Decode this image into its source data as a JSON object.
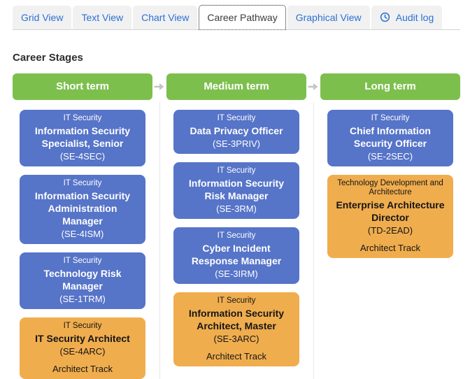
{
  "heading": "Career Stages",
  "tabs": [
    {
      "label": "Grid View",
      "active": false
    },
    {
      "label": "Text View",
      "active": false
    },
    {
      "label": "Chart View",
      "active": false
    },
    {
      "label": "Career Pathway",
      "active": true
    },
    {
      "label": "Graphical View",
      "active": false
    },
    {
      "label": "Audit log",
      "active": false,
      "icon": "clock-icon"
    }
  ],
  "columns": [
    {
      "header": "Short term",
      "cards": [
        {
          "dept": "IT Security",
          "title": "Information Security Specialist, Senior",
          "code": "(SE-4SEC)",
          "type": "blue"
        },
        {
          "dept": "IT Security",
          "title": "Information Security Administration Manager",
          "code": "(SE-4ISM)",
          "type": "blue"
        },
        {
          "dept": "IT Security",
          "title": "Technology Risk Manager",
          "code": "(SE-1TRM)",
          "type": "blue"
        },
        {
          "dept": "IT Security",
          "title": "IT Security Architect",
          "code": "(SE-4ARC)",
          "track": "Architect Track",
          "type": "orange"
        }
      ]
    },
    {
      "header": "Medium term",
      "cards": [
        {
          "dept": "IT Security",
          "title": "Data Privacy Officer",
          "code": "(SE-3PRIV)",
          "type": "blue"
        },
        {
          "dept": "IT Security",
          "title": "Information Security Risk Manager",
          "code": "(SE-3RM)",
          "type": "blue"
        },
        {
          "dept": "IT Security",
          "title": "Cyber Incident Response Manager",
          "code": "(SE-3IRM)",
          "type": "blue"
        },
        {
          "dept": "IT Security",
          "title": "Information Security Architect, Master",
          "code": "(SE-3ARC)",
          "track": "Architect Track",
          "type": "orange"
        }
      ]
    },
    {
      "header": "Long term",
      "cards": [
        {
          "dept": "IT Security",
          "title": "Chief Information Security Officer",
          "code": "(SE-2SEC)",
          "type": "blue"
        },
        {
          "dept": "Technology Development and Architecture",
          "title": "Enterprise Architecture Director",
          "code": "(TD-2EAD)",
          "track": "Architect Track",
          "type": "orange"
        }
      ]
    }
  ],
  "icons": {
    "clock-icon": "clock face on Audit log tab",
    "arrow-right-icon": "gray right arrow between stage headers"
  },
  "colors": {
    "stage_green": "#7dbf4d",
    "card_blue": "#5674c8",
    "card_orange": "#f0ad4e",
    "tab_link_blue": "#2c70d4"
  }
}
